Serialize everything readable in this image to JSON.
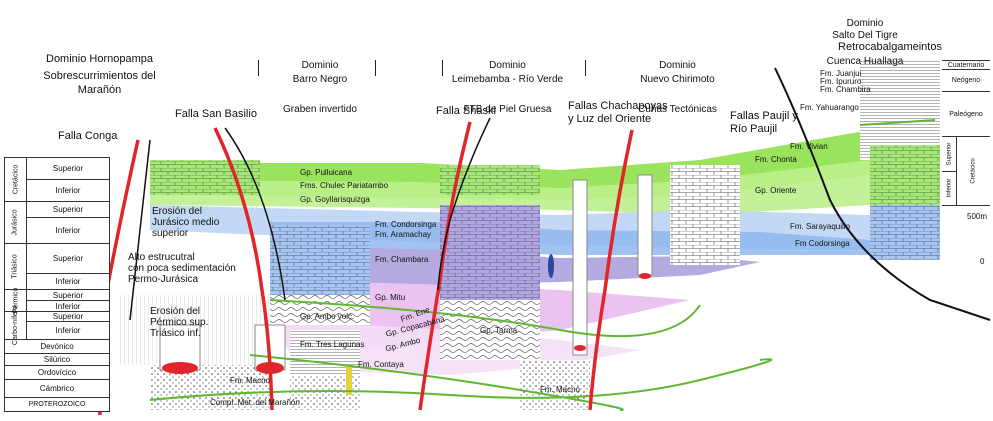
{
  "headers": {
    "hornopampa": {
      "name": "Dominio Hornopampa",
      "desc": "Sobrescurrimientos del  Marañón"
    },
    "barro_negro": {
      "name": "Dominio\nBarro Negro",
      "desc": "Graben invertido"
    },
    "leimebamba": {
      "name": "Dominio\nLeimebamba - Río Verde",
      "desc": "FTB de Piel Gruesa"
    },
    "chirimoto": {
      "name": "Dominio\nNuevo Chirimoto",
      "desc": "Cuñas Tectónicas"
    },
    "salto": {
      "name": "Dominio\nSalto Del Tigre",
      "basin": "Cuenca Huallaga",
      "desc": "Retrocabalgameintos"
    }
  },
  "faults": {
    "conga": "Falla Conga",
    "san_basilio": "Falla San Basilio",
    "shaski": "Falla Shaski",
    "chachapoyas": "Fallas Chachapoyas\ny Luz del Oriente",
    "paujil": "Fallas Paujil y\nRío Paujil"
  },
  "annotations": {
    "erosion_jurasico": "Erosión del\nJurásico medio\nsuperior",
    "alto_estructural": "Alto estrucutral\ncon poca sedimentación\nPermo-Jurásica",
    "erosion_permico": "Erosión del\nPérmico sup.\nTriásico inf."
  },
  "units": {
    "pulluicana": "Gp. Pulluicana",
    "chulec": "Fms. Chulec Pariatambo",
    "goyllarisquizga": "Gp. Goyllarisquizga",
    "condorsinga": "Fm. Condorsinga",
    "aramachay": "Fm. Aramachay",
    "chambara": "Fm. Chambara",
    "mitu": "Gp. Mitu",
    "ene": "Fm. Ene",
    "copacabana": "Gp. Copacabana",
    "ambo_volc": "Gp. Ambo volc.",
    "ambo": "Gp. Ambo",
    "tarma": "Gp. Tarma",
    "tres_lagunas": "Fm. Tres Lagunas",
    "contaya": "Fm. Contaya",
    "macno_left": "Fm. Macno",
    "macno_right": "Fm. Macno",
    "compl_met": "Compl. Met. del Marañón",
    "vivian": "Fm. Vivian",
    "chonta": "Fm. Chonta",
    "oriente": "Gp. Oriente",
    "sarayaquillo": "Fm. Sarayaquillo",
    "codorsinga_r": "Fm Codorsinga",
    "juanjui": "Fm. Juanjui",
    "ipururo": "Fm. Ipururo",
    "chambira": "Fm. Chambira",
    "yahuarango": "Fm. Yahuarango"
  },
  "left_column": [
    {
      "era": "Cretácico",
      "sub": [
        "Superior",
        "Inferior"
      ]
    },
    {
      "era": "Jurásico",
      "sub": [
        "Superior",
        "Inferior"
      ]
    },
    {
      "era": "Triásico",
      "sub": [
        "Superior",
        "Inferior"
      ]
    },
    {
      "era": "Pérmico",
      "sub": [
        "Superior",
        "Inferior"
      ]
    },
    {
      "era": "Carbo-nífero",
      "sub": [
        "Superior",
        "Inferior"
      ]
    },
    {
      "era": "",
      "full": [
        "Devónico",
        "Silúrico",
        "Ordovícico",
        "Cámbrico",
        "PROTEROZOICO"
      ]
    }
  ],
  "right_column": {
    "cuaternario": "Cuaternario",
    "neogeno": "Neógeno",
    "paleogeno": "Paleógeno",
    "cretacico": "Cretácico",
    "superior": "Superior",
    "inferior": "Inferior"
  },
  "scale": {
    "top": "500m",
    "zero": "0"
  },
  "colors": {
    "fault": "#e0262b",
    "green_line": "#5fb832",
    "cretaceous": "#7ddc3a",
    "jurassic_blue": "#8fb8ef",
    "triassic": "#a79bd9",
    "permian": "#e5b3ee",
    "pale": "#f2e6ef"
  }
}
